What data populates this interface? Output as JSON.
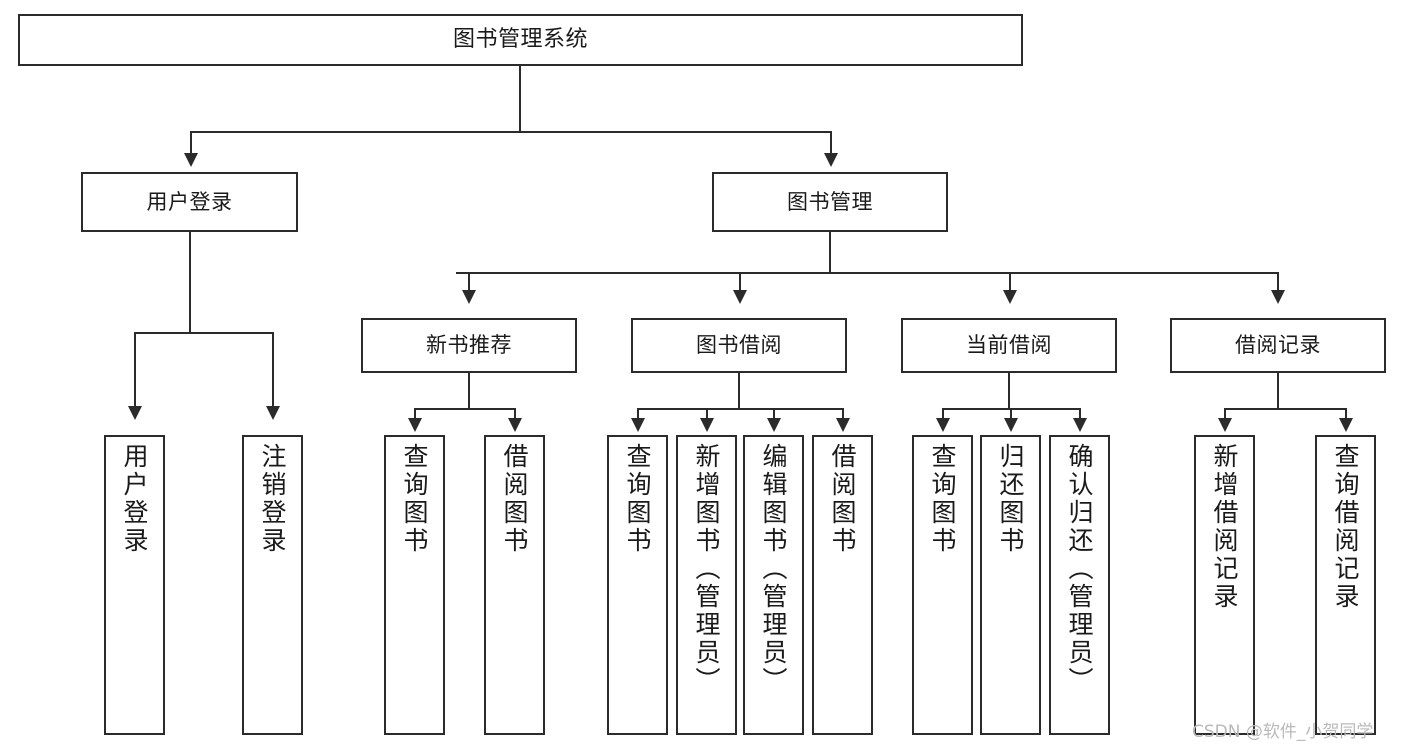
{
  "diagram": {
    "title": "图书管理系统",
    "type": "tree-hierarchy-chart",
    "watermark": "CSDN @软件_小贺同学",
    "stroke_color": "#2b2b2b",
    "background_color": "#ffffff",
    "text_color": "#1a1a1a"
  },
  "nodes": {
    "root": {
      "label": "图书管理系统"
    },
    "level2": [
      {
        "label": "用户登录"
      },
      {
        "label": "图书管理"
      }
    ],
    "level3": [
      {
        "label": "新书推荐"
      },
      {
        "label": "图书借阅"
      },
      {
        "label": "当前借阅"
      },
      {
        "label": "借阅记录"
      }
    ],
    "leaves_user_login": [
      {
        "label": "用户登录"
      },
      {
        "label": "注销登录"
      }
    ],
    "leaves_new_book": [
      {
        "label": "查询图书"
      },
      {
        "label": "借阅图书"
      }
    ],
    "leaves_borrow": [
      {
        "label": "查询图书"
      },
      {
        "label": "新增图书（管理员）"
      },
      {
        "label": "编辑图书（管理员）"
      },
      {
        "label": "借阅图书"
      }
    ],
    "leaves_current": [
      {
        "label": "查询图书"
      },
      {
        "label": "归还图书"
      },
      {
        "label": "确认归还（管理员）"
      }
    ],
    "leaves_records": [
      {
        "label": "新增借阅记录"
      },
      {
        "label": "查询借阅记录"
      }
    ]
  }
}
